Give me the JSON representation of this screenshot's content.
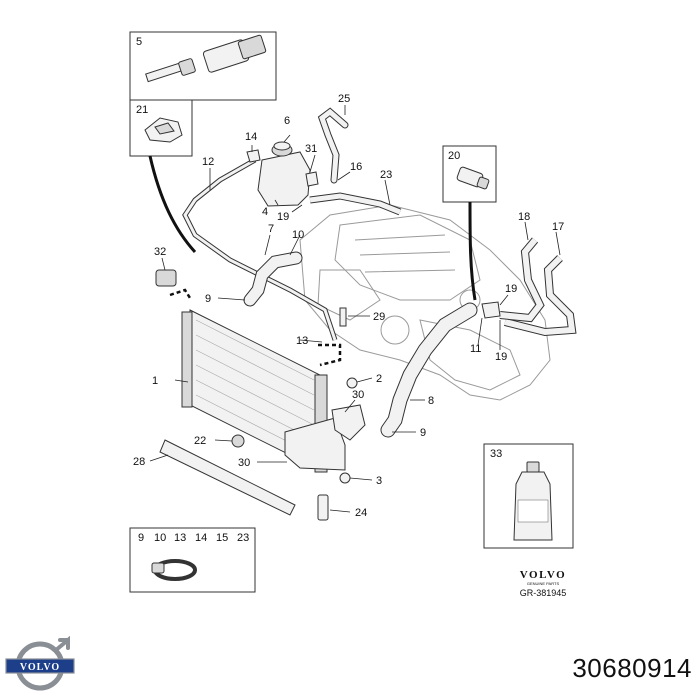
{
  "callouts": {
    "c1": "1",
    "c2": "2",
    "c3": "3",
    "c4": "4",
    "c5": "5",
    "c6": "6",
    "c7": "7",
    "c8": "8",
    "c9a": "9",
    "c9b": "9",
    "c10": "10",
    "c11": "11",
    "c12": "12",
    "c13": "13",
    "c14": "14",
    "c16": "16",
    "c17": "17",
    "c18": "18",
    "c19a": "19",
    "c19b": "19",
    "c19c": "19",
    "c20": "20",
    "c21": "21",
    "c22": "22",
    "c23": "23",
    "c24": "24",
    "c25": "25",
    "c28": "28",
    "c29": "29",
    "c30a": "30",
    "c30b": "30",
    "c31": "31",
    "c32": "32",
    "c33": "33"
  },
  "clamp_box": {
    "parts": [
      "9",
      "10",
      "13",
      "14",
      "15",
      "23"
    ]
  },
  "brand": {
    "name": "VOLVO",
    "tagline": "GENUINE PARTS",
    "ref": "GR-381945"
  },
  "part_number": "30680914",
  "colors": {
    "ink": "#222222",
    "logo_blue": "#1d3f8a",
    "logo_steel": "#8a8f96"
  }
}
